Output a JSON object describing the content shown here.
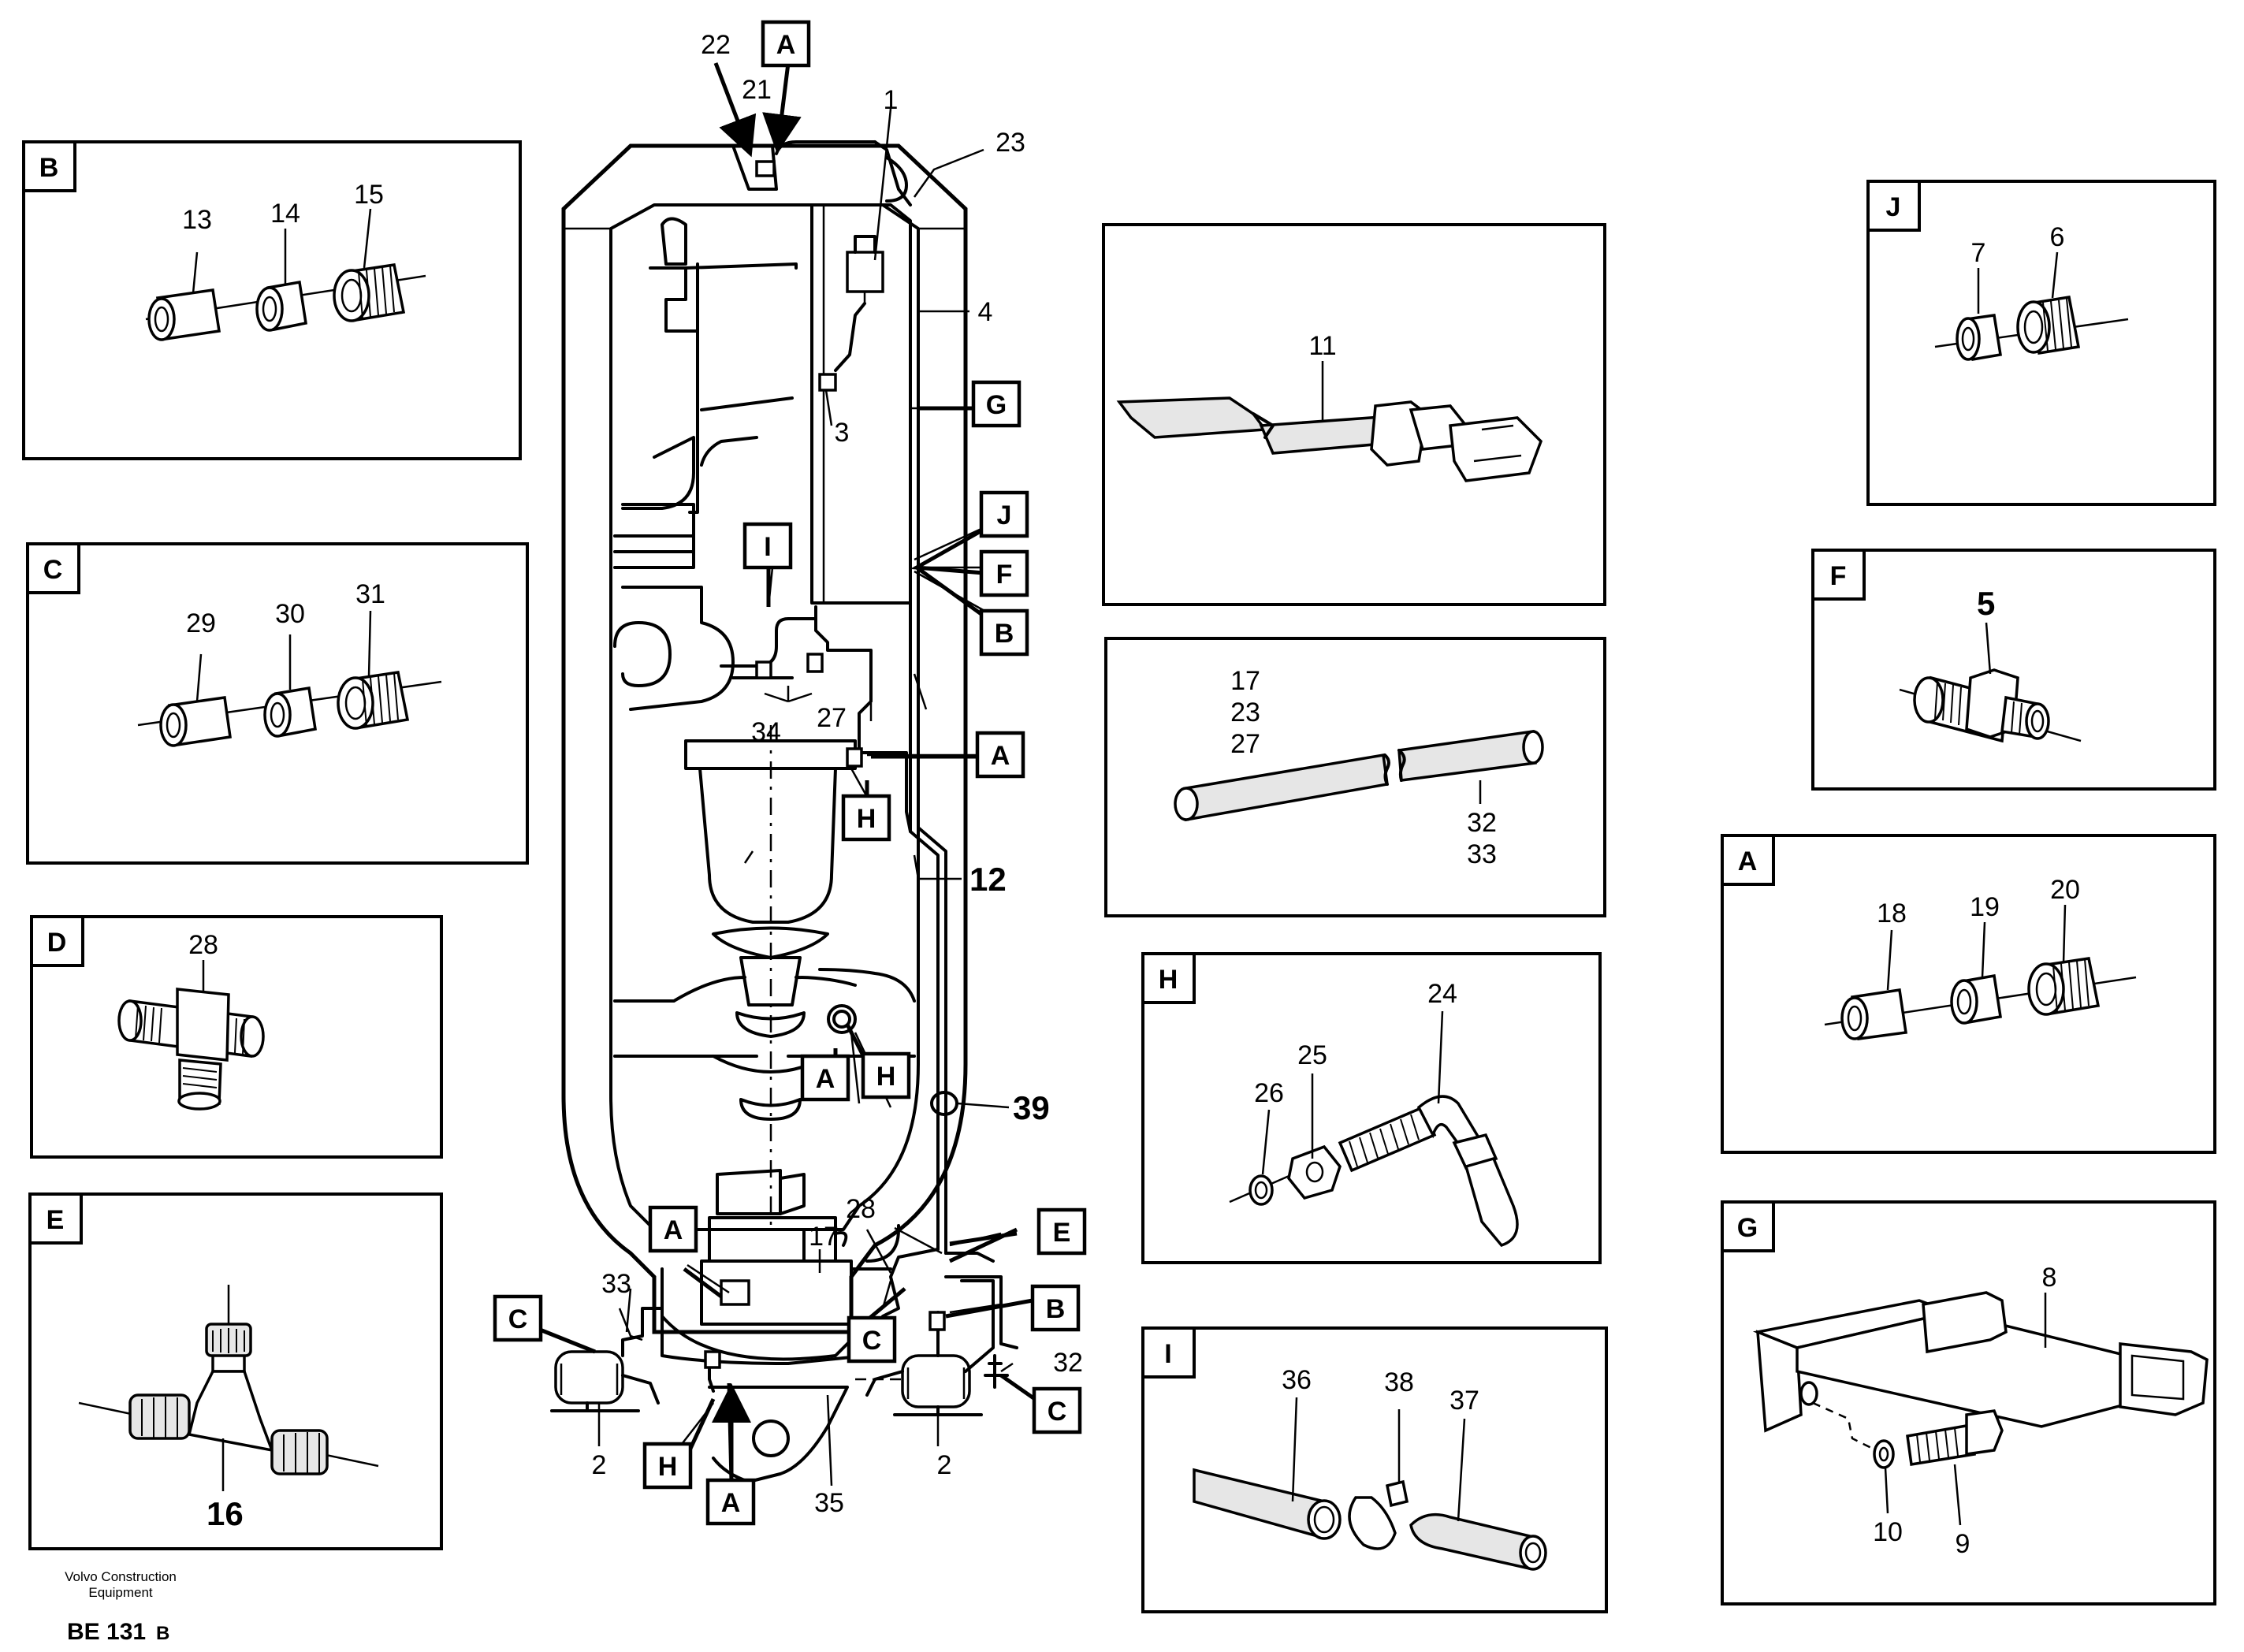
{
  "main": {
    "labels": {
      "l1": "1",
      "l2a": "2",
      "l2b": "2",
      "l3": "3",
      "l4": "4",
      "l12": "12",
      "l17": "17",
      "l21": "21",
      "l22": "22",
      "l23": "23",
      "l27": "27",
      "l28": "28",
      "l32": "32",
      "l33": "33",
      "l34": "34",
      "l35": "35",
      "l39": "39"
    },
    "tags": {
      "top_a": "A",
      "g": "G",
      "j": "J",
      "f": "F",
      "b1": "B",
      "i": "I",
      "a2": "A",
      "h1": "H",
      "a3": "A",
      "h2": "H",
      "a4": "A",
      "e": "E",
      "b2": "B",
      "c1": "C",
      "c2": "C",
      "c3": "C",
      "h3": "H",
      "a5": "A"
    }
  },
  "panels": {
    "B": {
      "letter": "B",
      "parts": [
        "13",
        "14",
        "15"
      ]
    },
    "C": {
      "letter": "C",
      "parts": [
        "29",
        "30",
        "31"
      ]
    },
    "D": {
      "letter": "D",
      "parts": [
        "28"
      ]
    },
    "E": {
      "letter": "E",
      "parts": [
        "16"
      ]
    },
    "strap": {
      "parts": [
        "11"
      ]
    },
    "hose": {
      "parts": [
        "17",
        "23",
        "27",
        "32",
        "33"
      ]
    },
    "H": {
      "letter": "H",
      "parts": [
        "24",
        "25",
        "26"
      ]
    },
    "I": {
      "letter": "I",
      "parts": [
        "36",
        "38",
        "37"
      ]
    },
    "J": {
      "letter": "J",
      "parts": [
        "7",
        "6"
      ]
    },
    "F": {
      "letter": "F",
      "parts": [
        "5"
      ]
    },
    "A": {
      "letter": "A",
      "parts": [
        "18",
        "19",
        "20"
      ]
    },
    "G": {
      "letter": "G",
      "parts": [
        "8",
        "10",
        "9"
      ]
    }
  },
  "footer": {
    "company_line1": "Volvo Construction",
    "company_line2": "Equipment",
    "doc_code": "BE 131",
    "doc_rev": "B"
  }
}
